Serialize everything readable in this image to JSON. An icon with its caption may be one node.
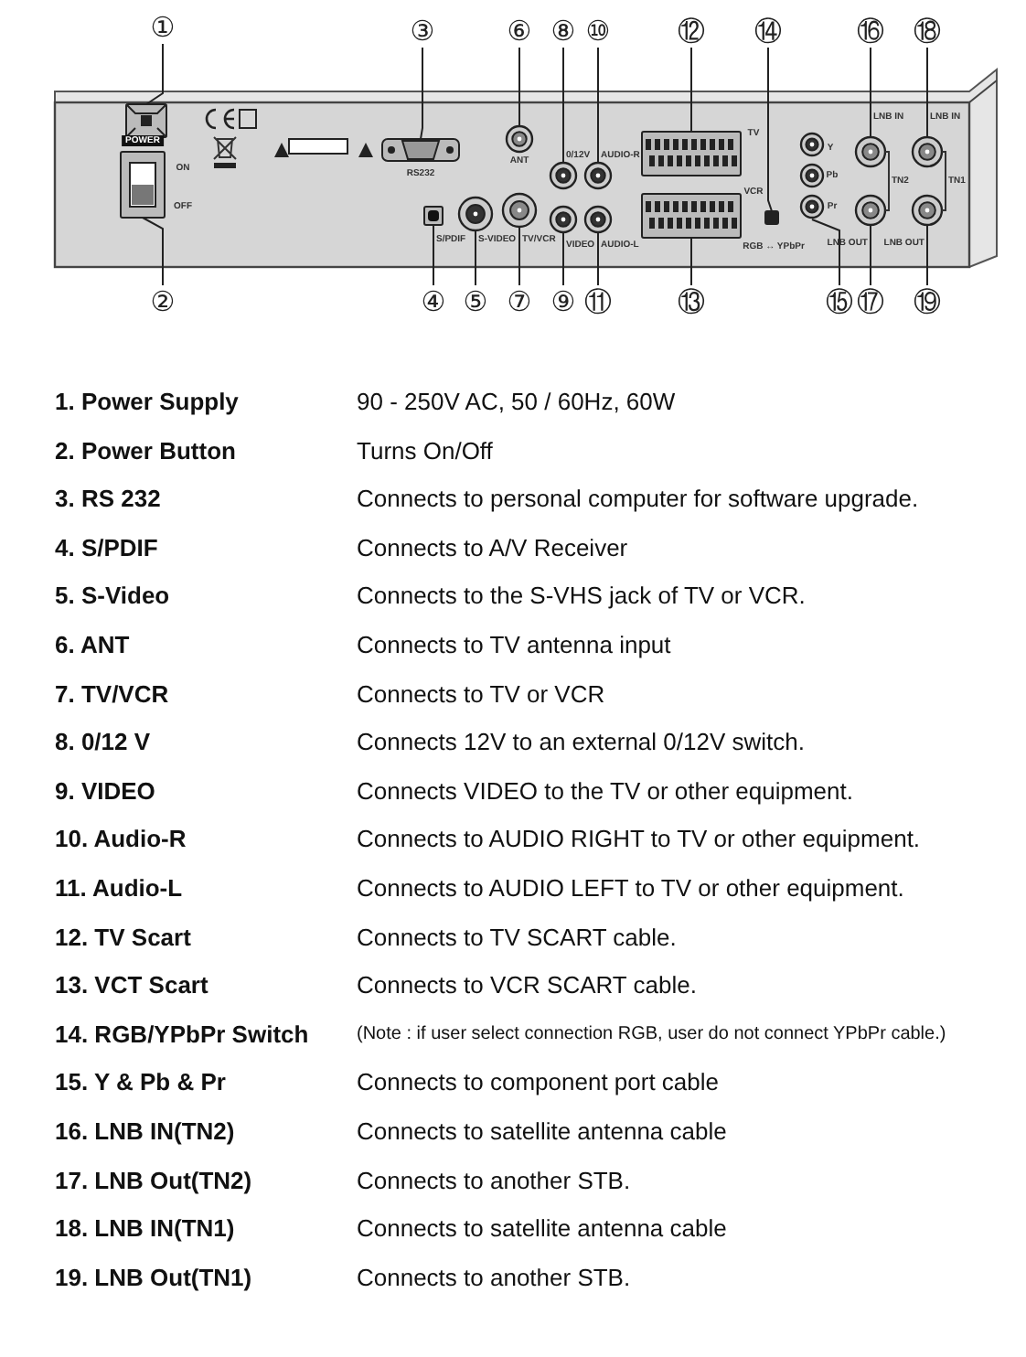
{
  "diagram": {
    "nodes": [
      {
        "text": [
          "①"
        ]
      },
      {
        "text": [
          "②"
        ]
      },
      {
        "text": [
          "③"
        ]
      },
      {
        "text": [
          "④"
        ]
      },
      {
        "text": [
          "⑤"
        ]
      },
      {
        "text": [
          "⑥"
        ]
      },
      {
        "text": [
          "⑦"
        ]
      },
      {
        "text": [
          "⑧"
        ]
      },
      {
        "text": [
          "⑨"
        ]
      },
      {
        "text": [
          "⑩"
        ]
      },
      {
        "text": [
          "⑪"
        ]
      },
      {
        "text": [
          "⑫"
        ]
      },
      {
        "text": [
          "⑬"
        ]
      },
      {
        "text": [
          "⑭"
        ]
      },
      {
        "text": [
          "⑮"
        ]
      },
      {
        "text": [
          "⑯"
        ]
      },
      {
        "text": [
          "⑰"
        ]
      },
      {
        "text": [
          "⑱"
        ]
      },
      {
        "text": [
          "⑲"
        ]
      },
      {
        "text": [],
        "shape": "box"
      },
      {
        "text": [],
        "shape": "box"
      },
      {
        "text": [],
        "shape": "box",
        "beside": [
          "RS232"
        ]
      },
      {
        "text": [],
        "shape": "box"
      },
      {
        "text": [],
        "shape": "circle"
      },
      {
        "text": [],
        "shape": "circle"
      },
      {
        "text": [],
        "shape": "circle"
      },
      {
        "text": [],
        "shape": "circle"
      },
      {
        "text": [],
        "shape": "circle"
      },
      {
        "text": [],
        "shape": "circle"
      },
      {
        "text": [],
        "shape": "circle"
      },
      {
        "text": [],
        "shape": "box"
      },
      {
        "text": [],
        "shape": "box"
      },
      {
        "text": [],
        "shape": "box"
      },
      {
        "text": [],
        "shape": "circle"
      },
      {
        "text": [],
        "shape": "circle"
      },
      {
        "text": [],
        "shape": "circle"
      },
      {
        "text": [],
        "shape": "circle"
      },
      {
        "text": [],
        "shape": "circle"
      }
    ],
    "edges": [
      {
        "from": 0,
        "to": 19,
        "arrow": "none"
      },
      {
        "from": 1,
        "to": 20,
        "arrow": "none"
      },
      {
        "from": 2,
        "to": 21,
        "arrow": "none"
      },
      {
        "from": 3,
        "to": 22,
        "arrow": "none"
      },
      {
        "from": 4,
        "to": 23,
        "arrow": "none"
      },
      {
        "from": 5,
        "to": 24,
        "arrow": "none"
      },
      {
        "from": 6,
        "to": 25,
        "arrow": "none"
      },
      {
        "from": 7,
        "to": 26,
        "arrow": "none"
      },
      {
        "from": 8,
        "to": 27,
        "arrow": "none"
      },
      {
        "from": 9,
        "to": 28,
        "arrow": "none"
      },
      {
        "from": 10,
        "to": 29,
        "arrow": "none"
      },
      {
        "from": 11,
        "to": 30,
        "arrow": "none"
      },
      {
        "from": 12,
        "to": 31,
        "arrow": "none"
      },
      {
        "from": 13,
        "to": 32,
        "arrow": "none"
      },
      {
        "from": 14,
        "to": 33,
        "arrow": "none"
      },
      {
        "from": 15,
        "to": 34,
        "arrow": "none"
      },
      {
        "from": 16,
        "to": 35,
        "arrow": "none"
      },
      {
        "from": 17,
        "to": 36,
        "arrow": "none"
      },
      {
        "from": 18,
        "to": 37,
        "arrow": "none"
      },
      {
        "from": 34,
        "to": 35,
        "arrow": "none"
      },
      {
        "from": 36,
        "to": 37,
        "arrow": "none"
      }
    ],
    "labels": [
      "POWER",
      "ON",
      "OFF",
      "ANT",
      "0/12V",
      "AUDIO-R",
      "TV",
      "LNB IN",
      "LNB IN",
      "Y",
      "TN2",
      "TN1",
      "Pb",
      "VCR",
      "VIDEO",
      "AUDIO-L",
      "Pr",
      "S/PDIF",
      "S-VIDEO",
      "TV/VCR",
      "RGB ↔ YPbPr",
      "LNB OUT",
      "LNB OUT",
      "1. Power Supply",
      "90 - 250V AC, 50 / 60Hz, 60W",
      "2. Power Button",
      "Turns On/Off",
      "3. RS 232",
      "Connects to personal computer for software upgrade.",
      "4. S/PDIF",
      "Connects to A/V Receiver",
      "5. S-Video",
      "Connects to the S-VHS jack of TV or VCR.",
      "6. ANT",
      "Connects to TV antenna input",
      "7. TV/VCR",
      "Connects to TV or VCR",
      "8. 0/12 V",
      "Connects 12V to an external 0/12V switch.",
      "9. VIDEO",
      "Connects VIDEO to the TV or other equipment.",
      "10. Audio-R",
      "Connects to AUDIO RIGHT to TV or other equipment.",
      "11. Audio-L",
      "Connects to AUDIO LEFT to TV or other equipment.",
      "12. TV Scart",
      "Connects to TV SCART cable.",
      "13. VCT Scart",
      "Connects to VCR SCART cable.",
      "14. RGB/YPbPr Switch",
      "(Note : if user select connection RGB, user do not connect YPbPr cable.)",
      "15. Y & Pb & Pr",
      "Connects to component port cable",
      "16. LNB IN(TN2)",
      "Connects to satellite antenna cable",
      "17. LNB Out(TN2)",
      "Connects to another STB.",
      "18. LNB IN(TN1)",
      "Connects to satellite antenna cable",
      "19. LNB Out(TN1)",
      "Connects to another STB."
    ]
  }
}
